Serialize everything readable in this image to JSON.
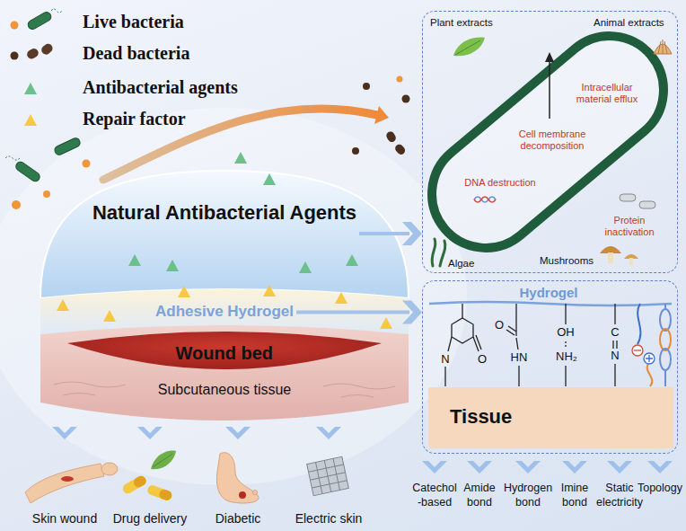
{
  "diagram": {
    "nodes": [
      {
        "text": [
          "Natural Antibacterial Agents"
        ]
      },
      {
        "text": [
          "Adhesive Hydrogel"
        ]
      },
      {
        "text": [
          "Subcutaneous tissue"
        ]
      },
      {
        "text": [
          "Wound bed"
        ],
        "in": 2
      },
      {
        "text": [
          "Plant extracts",
          "Animal extracts",
          "DNA destruction",
          "Cell membrane decomposition",
          "Intracellular material efflux",
          "Protein inactivation",
          "Algae",
          "Mushrooms"
        ]
      },
      {
        "text": [
          "Hydrogel"
        ]
      },
      {
        "text": [
          "Tissue"
        ],
        "in": 5
      }
    ],
    "edges": [
      {
        "from": 0,
        "to": 4,
        "arrow": "to"
      },
      {
        "from": 1,
        "to": 5,
        "arrow": "to"
      }
    ],
    "labels": [
      "N",
      "O",
      "O",
      "HN",
      "OH",
      "NH₂",
      "C",
      "N",
      "Skin wound",
      "Drug delivery",
      "Diabetic",
      "Electric skin",
      "Catechol -based",
      "Amide bond",
      "Hydrogen bond",
      "Imine bond",
      "Static electricity",
      "Topology"
    ],
    "legend": [
      {
        "text": "Live bacteria"
      },
      {
        "text": "Dead bacteria"
      },
      {
        "text": "Antibacterial agents"
      },
      {
        "text": "Repair factor"
      }
    ]
  }
}
